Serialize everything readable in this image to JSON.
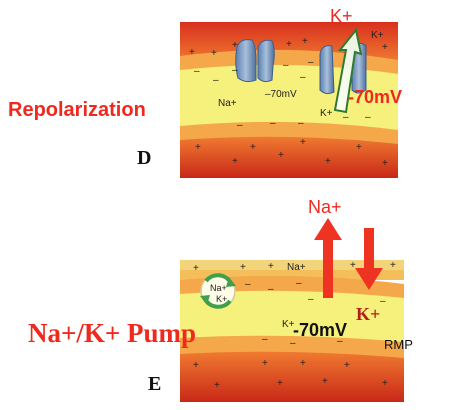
{
  "panel_d": {
    "letter": "D",
    "caption": "Repolarization",
    "potassium_label": "K+",
    "big_voltage": "-70mV",
    "channel_k_label": "K+",
    "inner_na_label": "Na+",
    "inner_voltage": "–70mV",
    "inner_k_label": "K+",
    "plus_sign": "+",
    "minus_sign": "–"
  },
  "panel_e": {
    "letter": "E",
    "caption": "Na+/K+ Pump",
    "sodium_label": "Na+",
    "potassium_label": "K+",
    "big_voltage": "-70mV",
    "rmp_label": "RMP",
    "outer_na_label": "Na+",
    "pump_na_label": "Na+",
    "pump_k_label": "K+",
    "inner_k_label": "K+",
    "plus_sign": "+",
    "minus_sign": "–"
  },
  "colors": {
    "red_text": "#ee2a1f",
    "arrow_red": "#ee3322",
    "outer_red": "#e8452a",
    "membrane_orange": "#f4a84a",
    "inner_yellow": "#f6f07c",
    "channel_blue": "#7fa0c6",
    "pump_green": "#3f9f4a"
  }
}
